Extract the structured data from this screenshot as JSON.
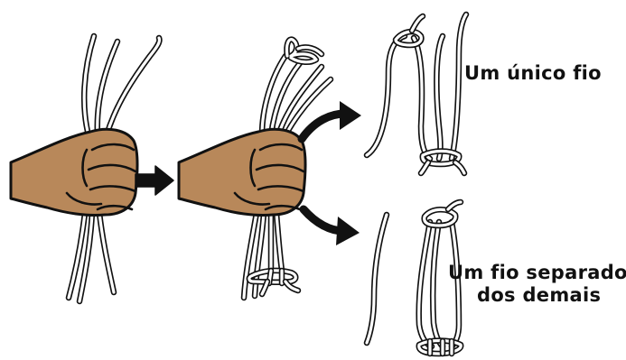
{
  "colors": {
    "skin": "#b8885a",
    "outline": "#111111",
    "string": "#ffffff",
    "arrow": "#111111"
  },
  "labels": {
    "single_strand": "Um único fio",
    "separated_line1": "Um fio separado",
    "separated_line2": "dos demais"
  },
  "icons": [
    "fist-icon",
    "right-arrow-icon",
    "curved-arrow-up-icon",
    "curved-arrow-down-icon",
    "knot-icon"
  ]
}
